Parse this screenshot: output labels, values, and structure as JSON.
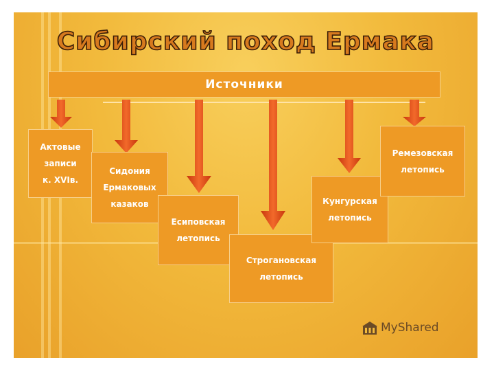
{
  "title": "Сибирский поход Ермака",
  "header": "Источники",
  "sources": [
    {
      "id": "aktovye",
      "lines": [
        "Актовые",
        "записи",
        "к. XVIв."
      ]
    },
    {
      "id": "skazaniya",
      "lines": [
        "Сидония",
        "Ермаковых",
        "казаков"
      ]
    },
    {
      "id": "esipovskaya",
      "lines": [
        "Есиповская",
        "летопись"
      ]
    },
    {
      "id": "stroganovskaya",
      "lines": [
        "Строгановская",
        "летопись"
      ]
    },
    {
      "id": "kungurskaya",
      "lines": [
        "Кунгурская",
        "летопись"
      ]
    },
    {
      "id": "remezovskaya",
      "lines": [
        "Ремезовская",
        "летопись"
      ]
    }
  ],
  "watermark": "MyShared",
  "colors": {
    "box": "#ee9a25",
    "arrow": "#e8531a",
    "title": "#d77a1e",
    "background": "#f2ba3c"
  },
  "icons": {
    "watermark": "myshared-logo-icon"
  }
}
